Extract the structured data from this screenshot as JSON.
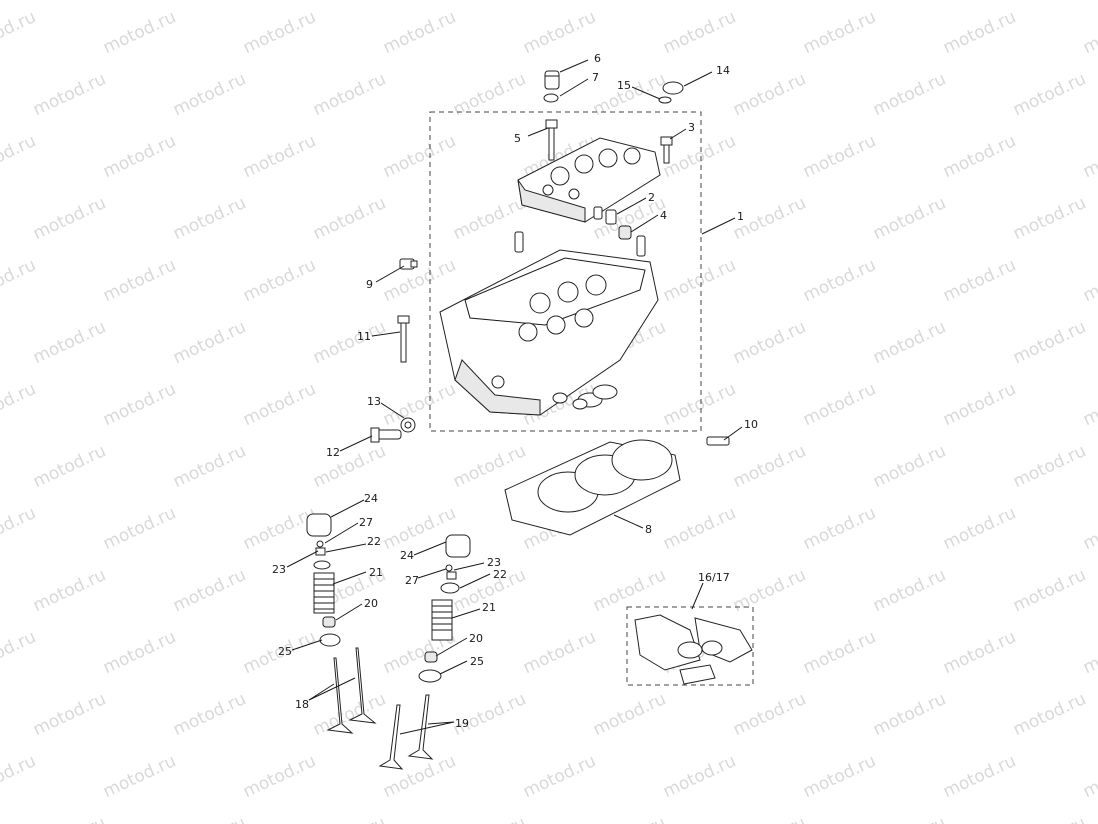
{
  "watermark": "motod.ru",
  "callouts": {
    "c1": "1",
    "c2": "2",
    "c3": "3",
    "c4": "4",
    "c5": "5",
    "c6": "6",
    "c7": "7",
    "c8": "8",
    "c9": "9",
    "c10": "10",
    "c11": "11",
    "c12": "12",
    "c13": "13",
    "c14": "14",
    "c15": "15",
    "c16_17": "16/17",
    "c18": "18",
    "c19": "19",
    "c20a": "20",
    "c20b": "20",
    "c21a": "21",
    "c21b": "21",
    "c22a": "22",
    "c22b": "22",
    "c23a": "23",
    "c23b": "23",
    "c24a": "24",
    "c24b": "24",
    "c25a": "25",
    "c25b": "25",
    "c27a": "27",
    "c27b": "27"
  }
}
